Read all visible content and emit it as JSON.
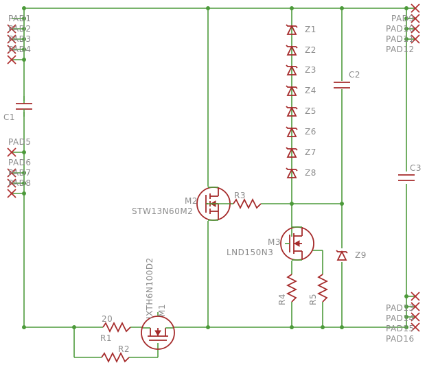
{
  "labels": {
    "pad1": "PAD1",
    "pad2": "PAD2",
    "pad3": "PAD3",
    "pad4": "PAD4",
    "pad5": "PAD5",
    "pad6": "PAD6",
    "pad7": "PAD7",
    "pad8": "PAD8",
    "pad9": "PAD9",
    "pad10": "PAD10",
    "pad11": "PAD11",
    "pad12": "PAD12",
    "pad13": "PAD13",
    "pad14": "PAD14",
    "pad15": "PAD15",
    "pad16": "PAD16",
    "c1": "C1",
    "c2": "C2",
    "c3": "C3",
    "z1": "Z1",
    "z2": "Z2",
    "z3": "Z3",
    "z4": "Z4",
    "z5": "Z5",
    "z6": "Z6",
    "z7": "Z7",
    "z8": "Z8",
    "z9": "Z9",
    "m1": "M1",
    "m1_part": "IXTH6N100D2",
    "m2": "M2",
    "m2_part": "STW13N60M2",
    "m3": "M3",
    "m3_part": "LND150N3",
    "r1": "R1",
    "r1_value": "20",
    "r2": "R2",
    "r3": "R3",
    "r4": "R4",
    "r5": "R5"
  },
  "colors": {
    "wire": "#4c9a3a",
    "part": "#a52a2a",
    "label": "#8c8c8c"
  }
}
